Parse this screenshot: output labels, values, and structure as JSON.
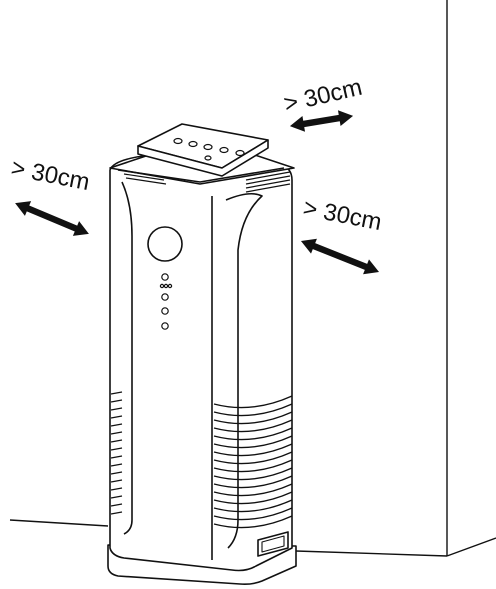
{
  "labels": {
    "clearance_top_right": "> 30cm",
    "clearance_left": "> 30cm",
    "clearance_right": "> 30cm"
  },
  "colors": {
    "line": "#111111",
    "background": "#ffffff"
  }
}
